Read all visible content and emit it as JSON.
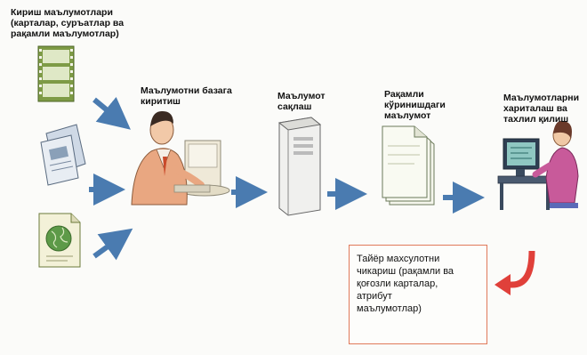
{
  "labels": {
    "input_data": "Кириш маълумотлари\n(карталар, суръатлар ва\nрақамли маълумотлар)",
    "entry": "Маълумотни базага\nкиритиш",
    "storage": "Маълумот\nсақлаш",
    "digital": "Рақамли\nкўринишдаги\nмаълумот",
    "analysis": "Маълумотларни\nхариталаш ва\nтахлил қилиш",
    "output": "Тайёр махсулотни\nчикариш (рақамли ва\nқоғозли карталар,\nатрибут\nмаълумотлар)"
  },
  "colors": {
    "arrow": "#4a7bb0",
    "arrow_red": "#e0403a",
    "box_border": "#e07a5a",
    "film": "#6f8f3a",
    "globe": "#4c8a3a"
  },
  "icons": [
    "film-strip-icon",
    "papers-icon",
    "globe-document-icon",
    "person-computer-icon",
    "server-tower-icon",
    "document-stack-icon",
    "analyst-workstation-icon"
  ]
}
